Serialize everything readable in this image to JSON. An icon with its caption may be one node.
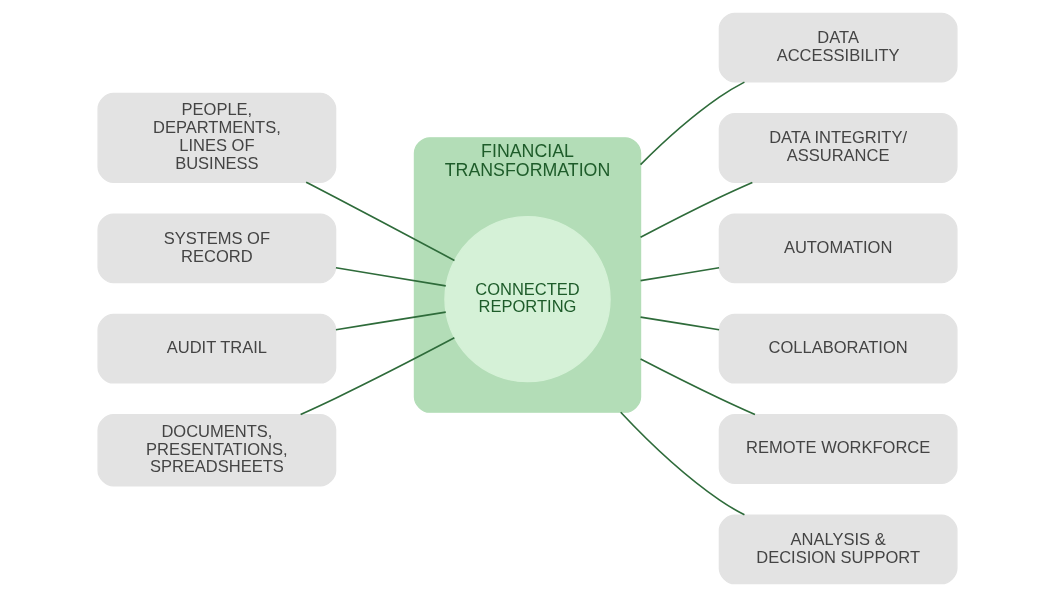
{
  "diagram": {
    "nodes": [
      {
        "text": [
          "FINANCIAL TRANSFORMATION"
        ]
      },
      {
        "text": [
          "CONNECTED REPORTING"
        ],
        "in": 0
      },
      {
        "text": [
          "PEOPLE, DEPARTMENTS, LINES OF BUSINESS"
        ]
      },
      {
        "text": [
          "SYSTEMS OF RECORD"
        ]
      },
      {
        "text": [
          "AUDIT TRAIL"
        ]
      },
      {
        "text": [
          "DOCUMENTS, PRESENTATIONS, SPREADSHEETS"
        ]
      },
      {
        "text": [
          "DATA ACCESSIBILITY"
        ]
      },
      {
        "text": [
          "DATA INTEGRITY/ ASSURANCE"
        ]
      },
      {
        "text": [
          "AUTOMATION"
        ]
      },
      {
        "text": [
          "COLLABORATION"
        ]
      },
      {
        "text": [
          "REMOTE WORKFORCE"
        ]
      },
      {
        "text": [
          "ANALYSIS & DECISION SUPPORT"
        ]
      }
    ],
    "edges": [
      {
        "from": 2,
        "to": 1,
        "arrow": "none"
      },
      {
        "from": 3,
        "to": 1,
        "arrow": "none"
      },
      {
        "from": 4,
        "to": 1,
        "arrow": "none"
      },
      {
        "from": 5,
        "to": 1,
        "arrow": "none"
      },
      {
        "from": 0,
        "to": 6,
        "arrow": "none"
      },
      {
        "from": 0,
        "to": 7,
        "arrow": "none"
      },
      {
        "from": 0,
        "to": 8,
        "arrow": "none"
      },
      {
        "from": 0,
        "to": 9,
        "arrow": "none"
      },
      {
        "from": 0,
        "to": 10,
        "arrow": "none"
      },
      {
        "from": 0,
        "to": 11,
        "arrow": "none"
      }
    ]
  }
}
